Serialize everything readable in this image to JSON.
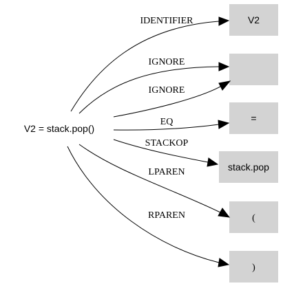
{
  "source_node": {
    "label": "V2 = stack.pop()"
  },
  "colors": {
    "box_fill": "#d3d3d3",
    "edge": "#000000",
    "background": "#ffffff"
  },
  "edges": [
    {
      "label": "IDENTIFIER",
      "target": "V2"
    },
    {
      "label": "IGNORE",
      "target": ""
    },
    {
      "label": "IGNORE",
      "target": ""
    },
    {
      "label": "EQ",
      "target": "="
    },
    {
      "label": "STACKOP",
      "target": "stack.pop"
    },
    {
      "label": "LPAREN",
      "target": "("
    },
    {
      "label": "RPAREN",
      "target": ")"
    }
  ],
  "targets": [
    {
      "label": "V2"
    },
    {
      "label": ""
    },
    {
      "label": "="
    },
    {
      "label": "stack.pop"
    },
    {
      "label": "("
    },
    {
      "label": ")"
    }
  ]
}
